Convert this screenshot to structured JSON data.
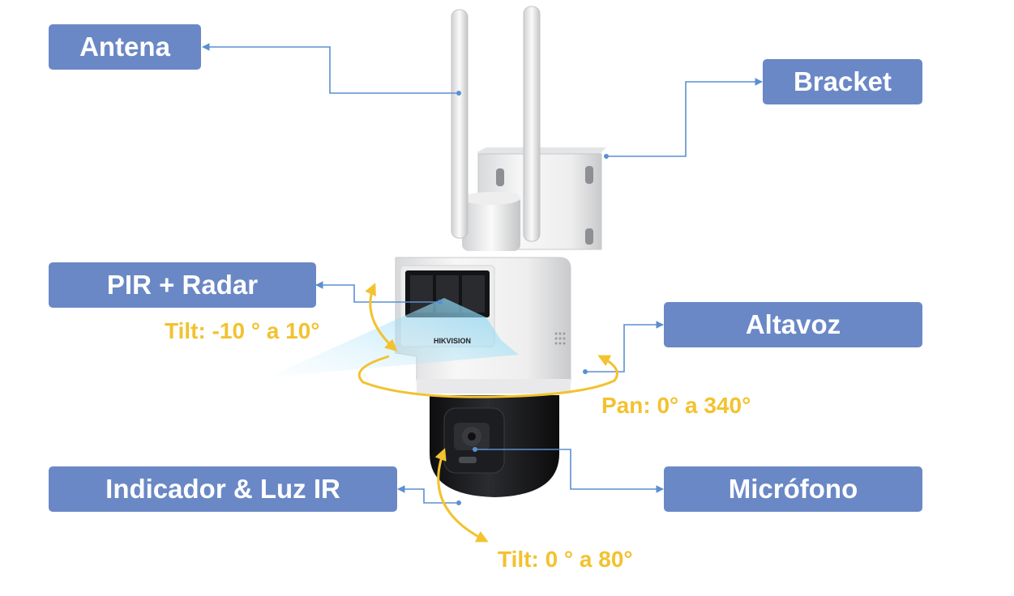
{
  "labels": {
    "antenna": "Antena",
    "bracket": "Bracket",
    "pir_radar": "PIR + Radar",
    "speaker": "Altavoz",
    "indicator_ir": "Indicador & Luz IR",
    "microphone": "Micrófono"
  },
  "motion": {
    "tilt_upper": "Tilt: -10 ° a 10°",
    "pan": "Pan: 0° a 340°",
    "tilt_lower": "Tilt: 0 ° a 80°"
  },
  "brand": "HIKVISION",
  "colors": {
    "label_bg": "#6a88c6",
    "label_text": "#ffffff",
    "leader_line": "#5b8fd0",
    "motion_arrow": "#f2c22f"
  }
}
